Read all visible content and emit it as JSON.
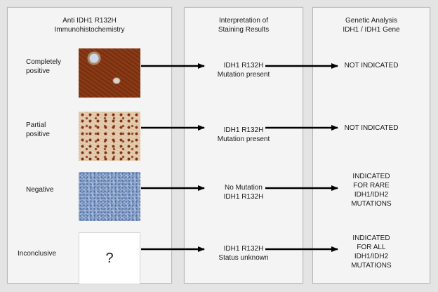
{
  "columns": {
    "ihc_title": "Anti IDH1 R132H\nImmunohistochemistry",
    "interpretation_title": "Interpretation of\nStaining Results",
    "genetic_title": "Genetic Analysis\nIDH1 / IDH1 Gene"
  },
  "rows": [
    {
      "label": "Completely\npositive",
      "image_caption": "",
      "interpretation": "IDH1 R132H\nMutation present",
      "genetic": "NOT INDICATED"
    },
    {
      "label": "Partial\npositive",
      "image_caption": "",
      "interpretation": "IDH1 R132H\nMutation present",
      "genetic": "NOT INDICATED"
    },
    {
      "label": "Negative",
      "image_caption": "",
      "interpretation": "No Mutation\nIDH1 R132H",
      "genetic": "INDICATED\nFOR RARE\nIDH1/IDH2\nMUTATIONS"
    },
    {
      "label": "Inconclusive",
      "image_caption": "?",
      "interpretation": "IDH1 R132H\nStatus unknown",
      "genetic": "INDICATED\nFOR ALL\nIDH1/IDH2\nMUTATIONS"
    }
  ]
}
